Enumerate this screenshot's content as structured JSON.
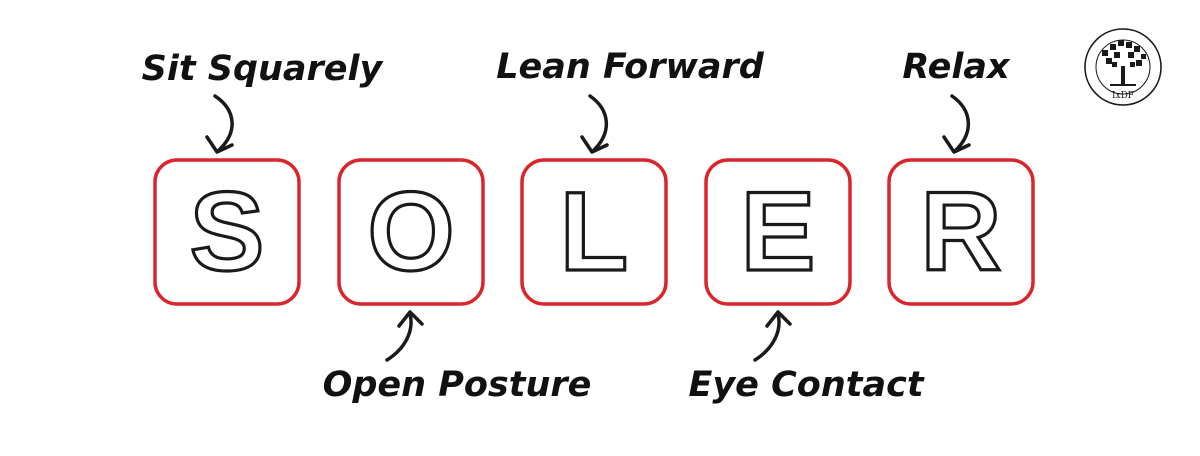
{
  "letters": [
    {
      "char": "S",
      "label": "Sit Squarely"
    },
    {
      "char": "O",
      "label": "Open Posture"
    },
    {
      "char": "L",
      "label": "Lean Forward"
    },
    {
      "char": "E",
      "label": "Eye Contact"
    },
    {
      "char": "R",
      "label": "Relax"
    }
  ],
  "logo": {
    "abbrev": "IxDF"
  },
  "colors": {
    "box_border": "#d9262d",
    "ink": "#1a1a1a",
    "background": "#ffffff"
  }
}
